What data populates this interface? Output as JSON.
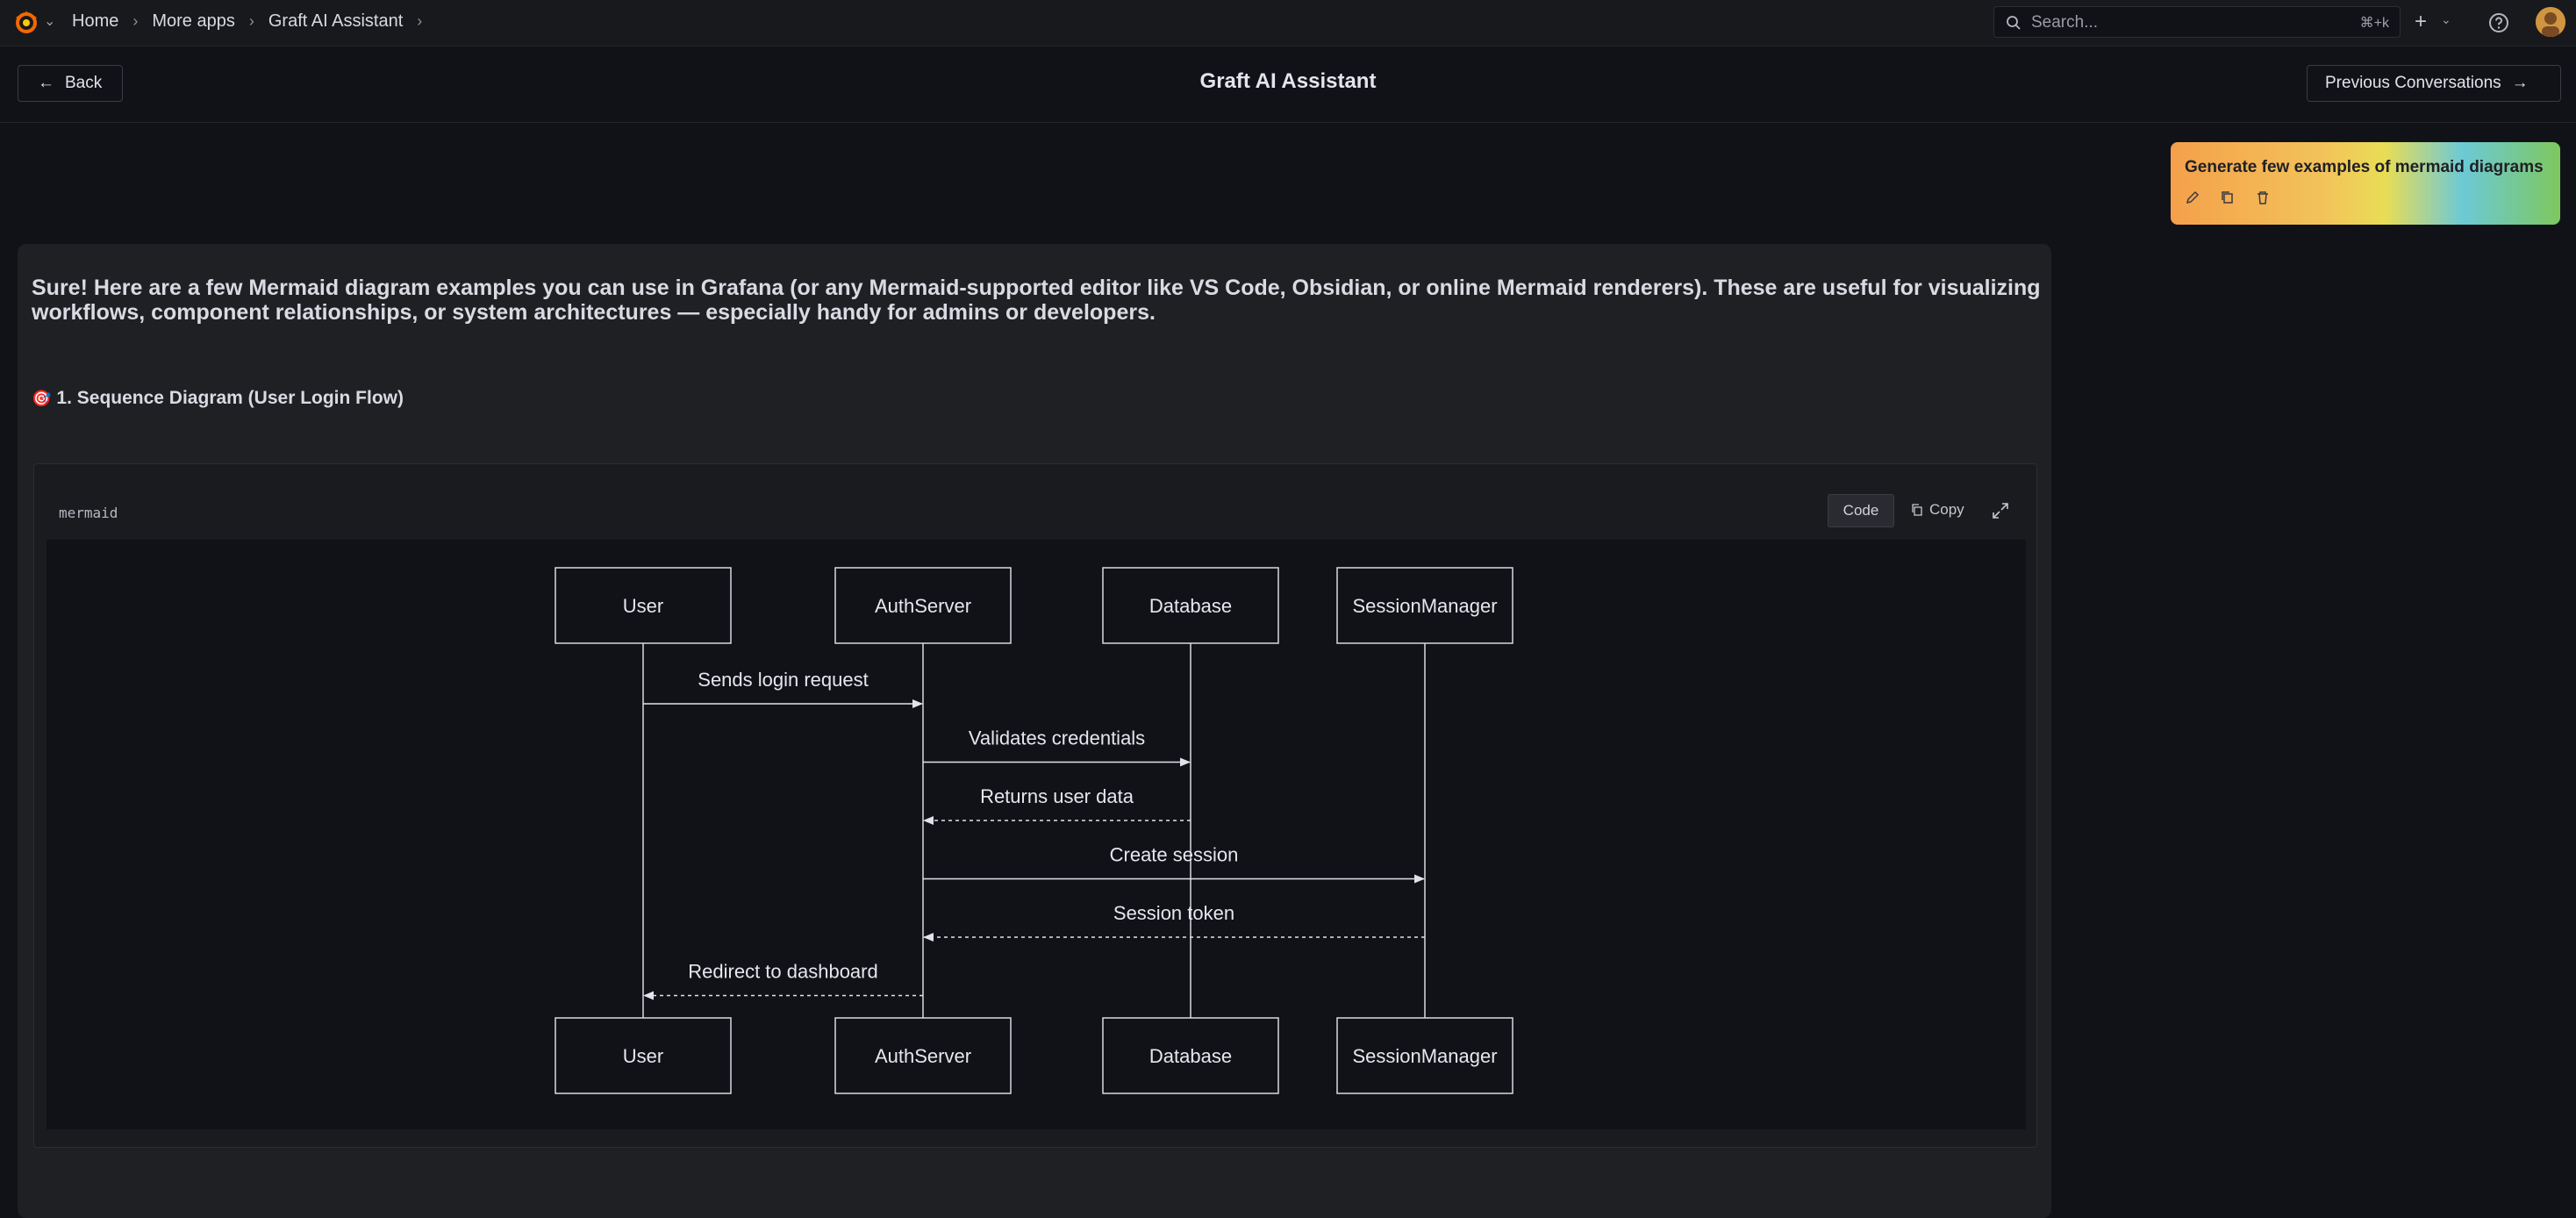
{
  "topbar": {
    "logo_icon": "grafana-logo-icon",
    "breadcrumbs": [
      "Home",
      "More apps",
      "Graft AI Assistant"
    ],
    "search_placeholder": "Search...",
    "search_shortcut": "⌘+k",
    "add_label": "+"
  },
  "header": {
    "back_label": "Back",
    "title": "Graft AI Assistant",
    "previous_label": "Previous Conversations"
  },
  "user_message": {
    "text": "Generate few examples of mermaid diagrams",
    "actions": [
      "edit-icon",
      "copy-icon",
      "delete-icon"
    ]
  },
  "response": {
    "intro": "Sure! Here are a few Mermaid diagram examples you can use in Grafana (or any Mermaid-supported editor like VS Code, Obsidian, or online Mermaid renderers). These are useful for visualizing workflows, component relationships, or system architectures — especially handy for admins or developers.",
    "section_emoji": "🎯",
    "section_title": "1. Sequence Diagram (User Login Flow)",
    "code_block": {
      "language": "mermaid",
      "code_label": "Code",
      "copy_label": "Copy"
    }
  },
  "diagram": {
    "participants": [
      "User",
      "AuthServer",
      "Database",
      "SessionManager"
    ],
    "messages": [
      {
        "from": "User",
        "to": "AuthServer",
        "text": "Sends login request",
        "style": "solid"
      },
      {
        "from": "AuthServer",
        "to": "Database",
        "text": "Validates credentials",
        "style": "solid"
      },
      {
        "from": "Database",
        "to": "AuthServer",
        "text": "Returns user data",
        "style": "dashed"
      },
      {
        "from": "AuthServer",
        "to": "SessionManager",
        "text": "Create session",
        "style": "solid"
      },
      {
        "from": "SessionManager",
        "to": "AuthServer",
        "text": "Session token",
        "style": "dashed"
      },
      {
        "from": "AuthServer",
        "to": "User",
        "text": "Redirect to dashboard",
        "style": "dashed"
      }
    ]
  }
}
